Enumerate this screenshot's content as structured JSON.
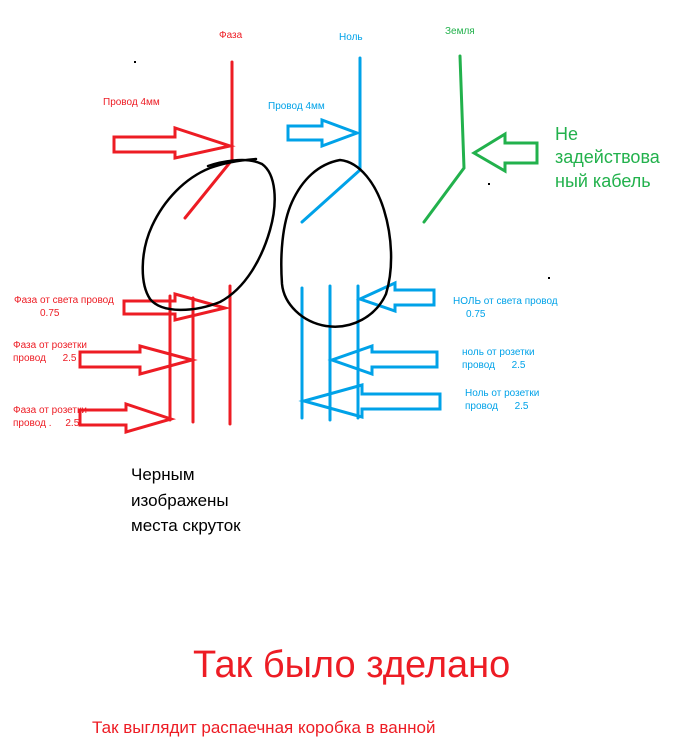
{
  "labels": {
    "phase": "Фаза",
    "neutral": "Ноль",
    "ground": "Земля",
    "phase_wire": "Провод 4мм",
    "neutral_wire": "Провод 4мм",
    "unused_line1": "Не",
    "unused_line2": "задействова",
    "unused_line3": "ный кабель",
    "phase_light_line1": "Фаза от света провод",
    "phase_light_line2": "0.75",
    "phase_socket1_line1": "Фаза от розетки",
    "phase_socket1_line2": "провод      2.5",
    "phase_socket2_line1": "Фаза от розетки",
    "phase_socket2_line2": "провод .     2.5",
    "neutral_light_line1": "НОЛЬ от света провод",
    "neutral_light_line2": "0.75",
    "neutral_socket1_line1": "ноль от розетки",
    "neutral_socket1_line2": "провод      2.5",
    "neutral_socket2_line1": "Ноль от розетки",
    "neutral_socket2_line2": "провод      2.5",
    "twist_note_line1": "Черным",
    "twist_note_line2": "изображены",
    "twist_note_line3": "места скруток",
    "headline": "Так было зделано",
    "caption": "Так выглядит распаечная коробка в ванной"
  },
  "colors": {
    "phase": "#ed1c24",
    "neutral": "#00a2e8",
    "ground": "#22b14c",
    "twist": "#000000"
  }
}
